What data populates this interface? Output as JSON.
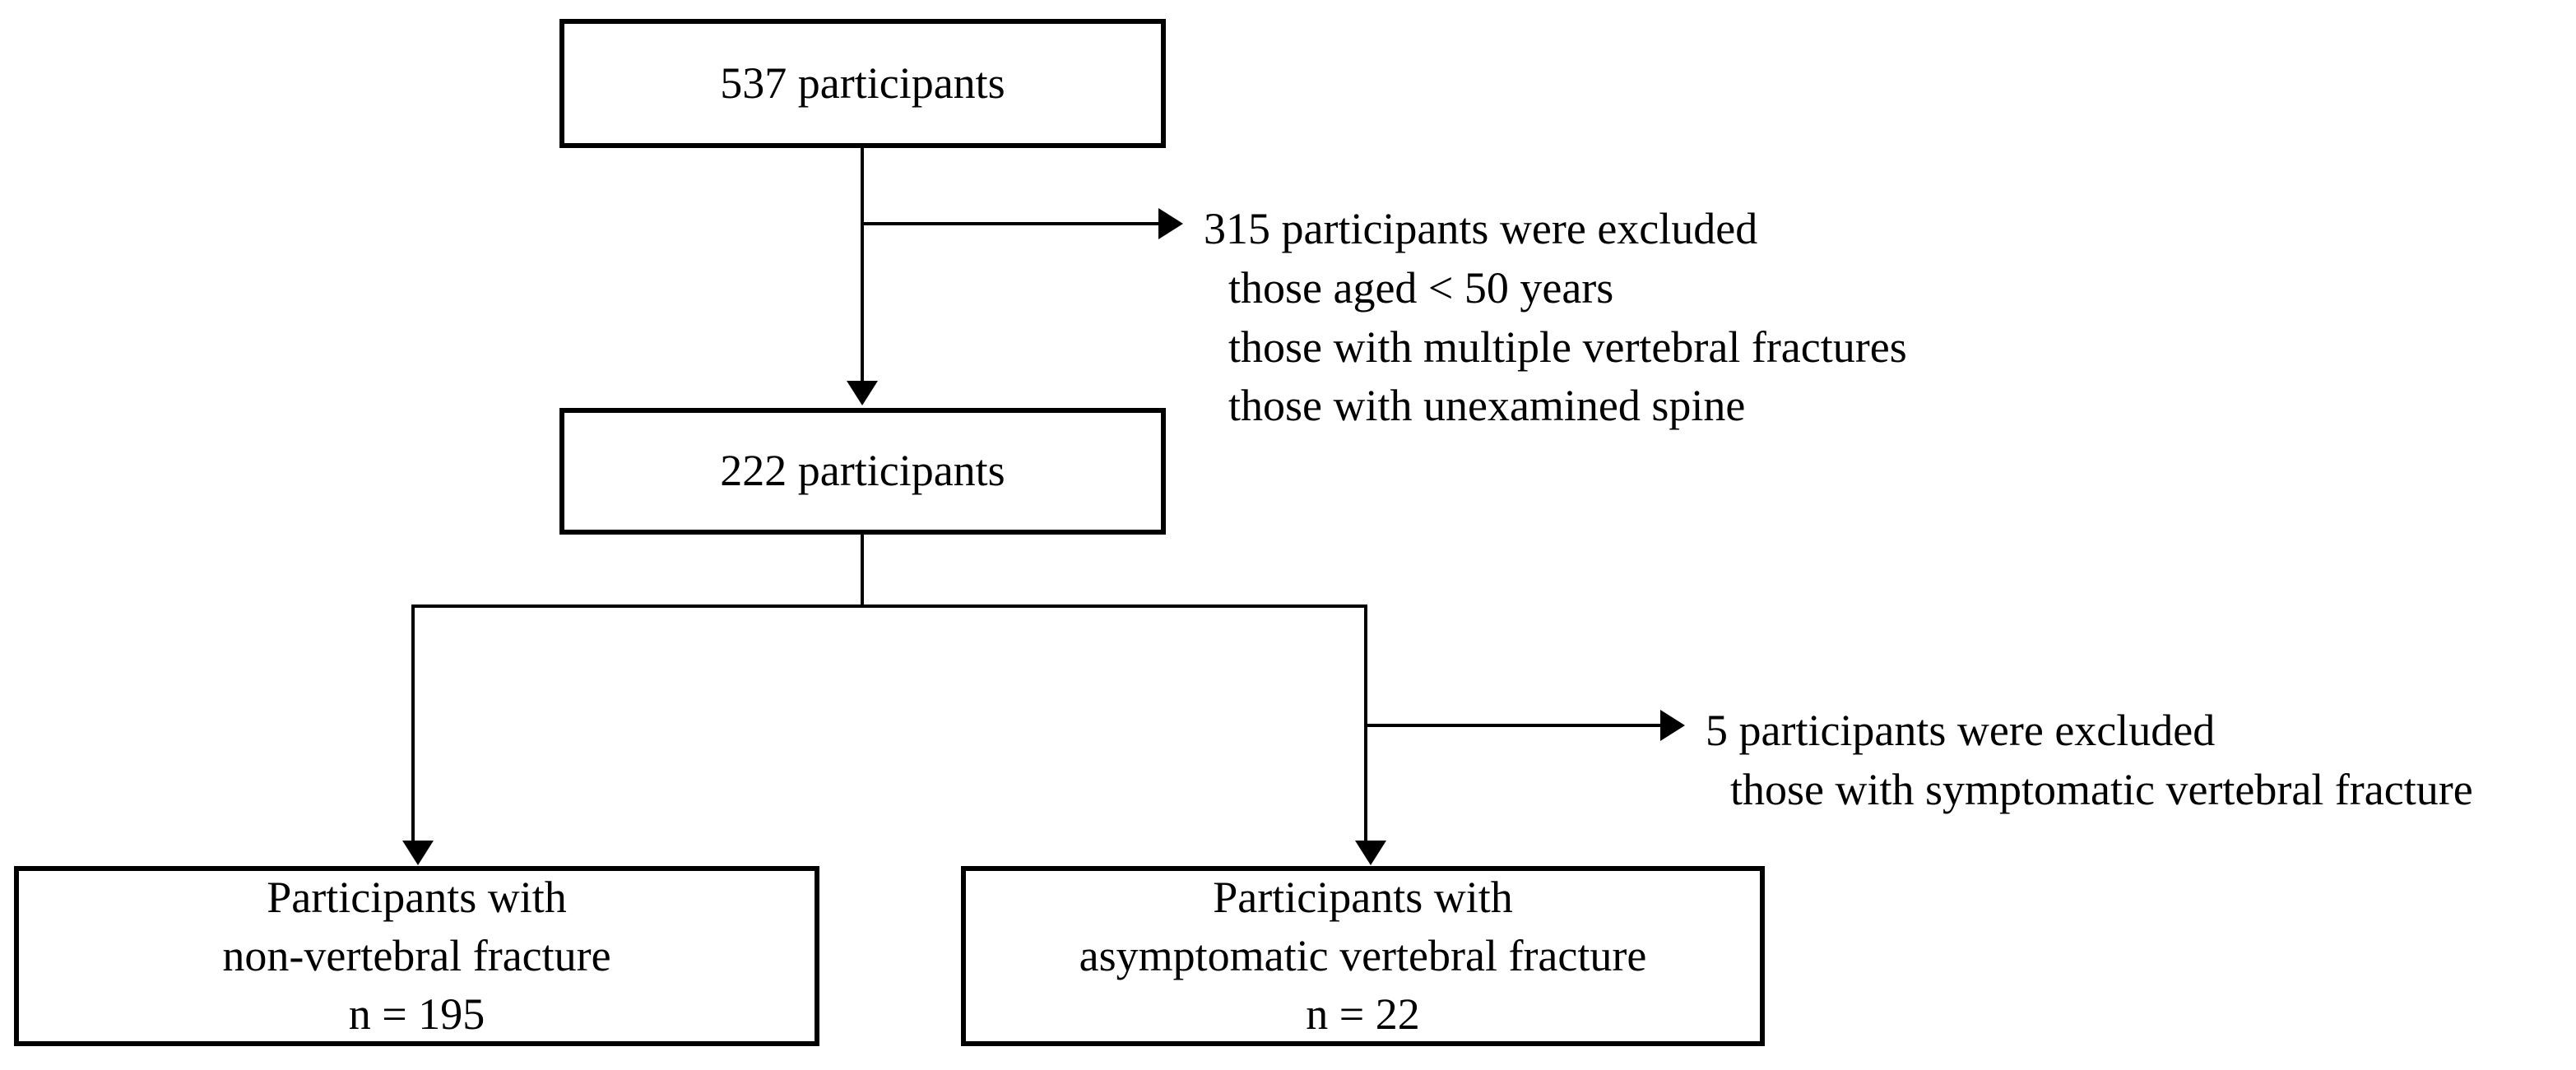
{
  "diagram": {
    "type": "participant-flow-chart",
    "nodes": {
      "total": {
        "lines": [
          "537 participants"
        ]
      },
      "eligible": {
        "lines": [
          "222 participants"
        ]
      },
      "non_vertebral": {
        "lines": [
          "Participants with",
          "non-vertebral fracture",
          "n = 195"
        ]
      },
      "asymptomatic_vertebral": {
        "lines": [
          "Participants with",
          "asymptomatic vertebral fracture",
          "n = 22"
        ]
      }
    },
    "exclusions": {
      "first": {
        "heading": "315 participants were excluded",
        "reasons": [
          "those aged < 50 years",
          "those with multiple vertebral fractures",
          "those with unexamined spine"
        ]
      },
      "second": {
        "heading": "5 participants were excluded",
        "reasons": [
          "those with symptomatic vertebral fracture"
        ]
      }
    },
    "colors": {
      "stroke": "#000000",
      "background": "#ffffff",
      "text": "#000000"
    }
  }
}
